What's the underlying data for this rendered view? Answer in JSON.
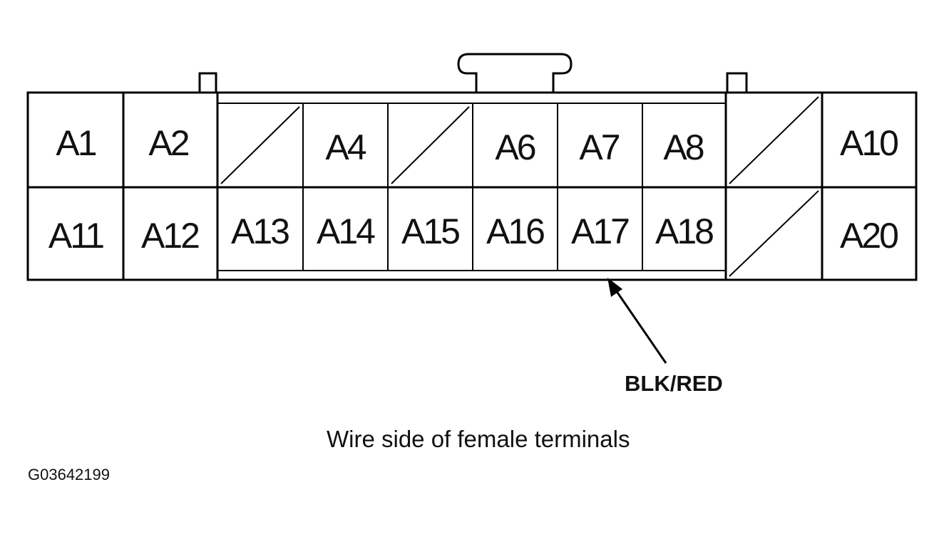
{
  "connector": {
    "rows": [
      [
        "A1",
        "A2",
        "",
        "A4",
        "",
        "A6",
        "A7",
        "A8",
        "",
        "A10"
      ],
      [
        "A11",
        "A12",
        "A13",
        "A14",
        "A15",
        "A16",
        "A17",
        "A18",
        "",
        "A20"
      ]
    ]
  },
  "callout": {
    "wire_label": "BLK/RED"
  },
  "caption": "Wire side of female terminals",
  "figure_id": "G03642199"
}
